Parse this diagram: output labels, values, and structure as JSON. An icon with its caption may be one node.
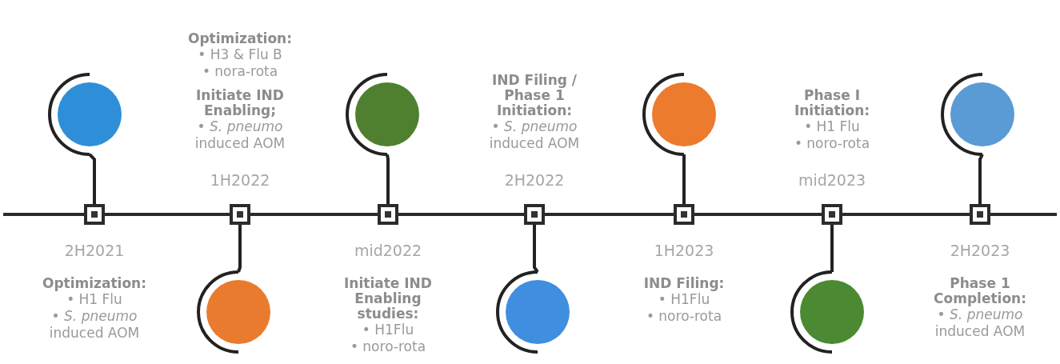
{
  "diagram": {
    "nodes": [
      {
        "text": [],
        "shape": "box",
        "beside": [
          "2H2021",
          "Optimization:",
          "• H1 Flu",
          "• *S. pneumo* induced AOM"
        ]
      },
      {
        "text": [],
        "shape": "box",
        "beside": [
          "1H2022",
          "Optimization:",
          "• H3 & Flu B",
          "• nora-rota",
          "Initiate IND Enabling;",
          "• *S. pneumo* induced AOM"
        ]
      },
      {
        "text": [],
        "shape": "box",
        "beside": [
          "mid2022",
          "Initiate IND Enabling studies:",
          "• H1Flu",
          "• noro-rota"
        ]
      },
      {
        "text": [],
        "shape": "box",
        "beside": [
          "2H2022",
          "IND Filing / Phase 1 Initiation:",
          "• *S. pneumo* induced AOM"
        ]
      },
      {
        "text": [],
        "shape": "box",
        "beside": [
          "1H2023",
          "IND Filing:",
          "• H1Flu",
          "• noro-rota"
        ]
      },
      {
        "text": [],
        "shape": "box",
        "beside": [
          "mid2023",
          "Phase I Initiation:",
          "• H1 Flu",
          "• noro-rota"
        ]
      },
      {
        "text": [],
        "shape": "box",
        "beside": [
          "2H2023",
          "Phase 1 Completion:",
          "• *S. pneumo* induced AOM"
        ]
      },
      {
        "text": [],
        "shape": "circle"
      },
      {
        "text": [],
        "shape": "circle"
      },
      {
        "text": [],
        "shape": "circle"
      },
      {
        "text": [],
        "shape": "circle"
      },
      {
        "text": [],
        "shape": "circle"
      },
      {
        "text": [],
        "shape": "circle"
      },
      {
        "text": [],
        "shape": "circle"
      }
    ],
    "edges": [
      {
        "from": 7,
        "to": 0,
        "arrow": "none"
      },
      {
        "from": 8,
        "to": 1,
        "arrow": "none"
      },
      {
        "from": 9,
        "to": 2,
        "arrow": "none"
      },
      {
        "from": 10,
        "to": 3,
        "arrow": "none"
      },
      {
        "from": 11,
        "to": 4,
        "arrow": "none"
      },
      {
        "from": 12,
        "to": 5,
        "arrow": "none"
      },
      {
        "from": 13,
        "to": 6,
        "arrow": "none"
      }
    ]
  }
}
